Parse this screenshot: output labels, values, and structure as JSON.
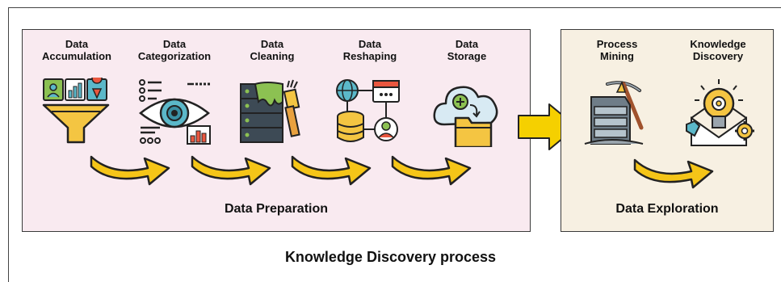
{
  "diagram": {
    "main_title": "Knowledge Discovery process",
    "preparation": {
      "title": "Data Preparation",
      "steps": [
        {
          "label": "Data\nAccumulation",
          "icon": "funnel-icon"
        },
        {
          "label": "Data\nCategorization",
          "icon": "eye-icon"
        },
        {
          "label": "Data\nCleaning",
          "icon": "server-brush-icon"
        },
        {
          "label": "Data\nReshaping",
          "icon": "database-network-icon"
        },
        {
          "label": "Data\nStorage",
          "icon": "cloud-folder-icon"
        }
      ]
    },
    "exploration": {
      "title": "Data Exploration",
      "steps": [
        {
          "label": "Process\nMining",
          "icon": "mining-server-icon"
        },
        {
          "label": "Knowledge\nDiscovery",
          "icon": "lightbulb-gear-icon"
        }
      ]
    },
    "colors": {
      "preparation_bg": "#f9eaf0",
      "exploration_bg": "#f7f0e2",
      "arrow_fill": "#f5c518",
      "arrow_outline": "#222222",
      "icon_teal": "#5bb8c9",
      "icon_yellow": "#f4c542",
      "icon_green": "#8cc152"
    }
  }
}
